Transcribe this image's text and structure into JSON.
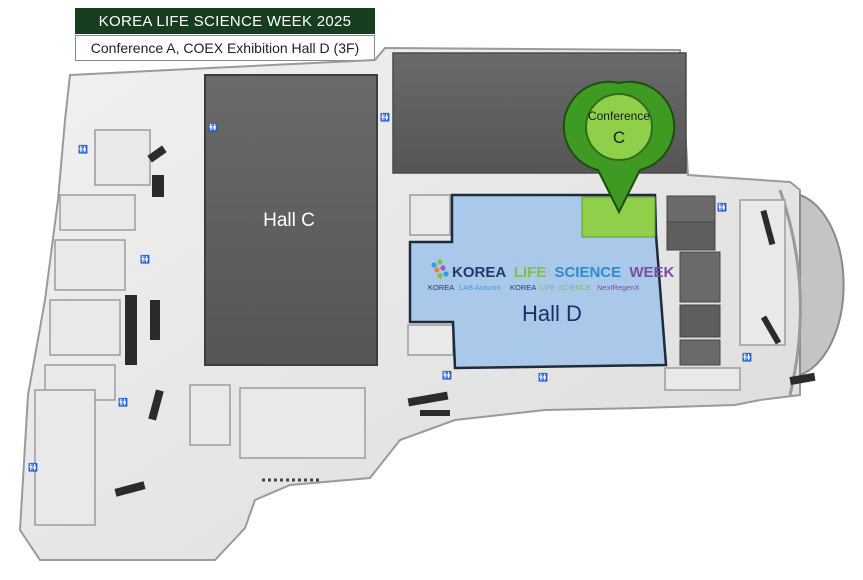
{
  "header": {
    "title": "KOREA LIFE SCIENCE WEEK 2025",
    "subtitle": "Conference A, COEX Exhibition Hall D (3F)"
  },
  "map": {
    "hall_c_label": "Hall C",
    "hall_d_label": "Hall D",
    "marker_line1": "Conference",
    "marker_line2": "C",
    "logo": {
      "word1": "KOREA",
      "word2": "LIFE",
      "word3": "SCIENCE",
      "word4": "WEEK",
      "sub1_a": "KOREA",
      "sub1_b": "LAB Autumn",
      "sub2_a": "KOREA",
      "sub2_b": "LIFE SCIENCE",
      "sub3": "NextRegenX"
    }
  },
  "colors": {
    "title_bg": "#163d1e",
    "hall_d_fill": "#aac9ea",
    "conference_c_fill": "#8fcf4a",
    "marker_fill": "#3e9a22",
    "dark_hall_fill": "#5b5b5b"
  }
}
